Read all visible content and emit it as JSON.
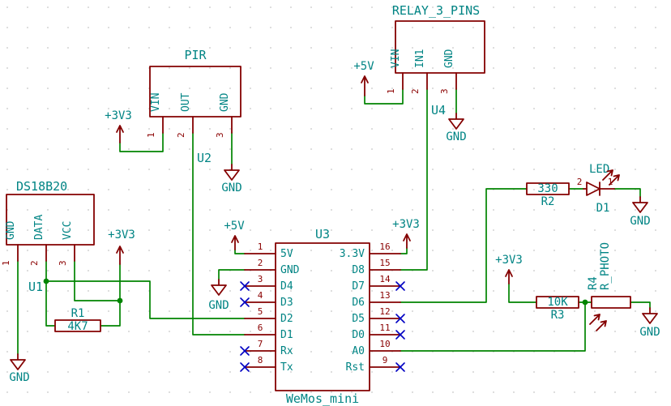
{
  "colors": {
    "background": "#ffffff",
    "grid_dot": "#d4d4d4",
    "symbol": "#840000",
    "wire": "#008400",
    "junction": "#008400",
    "text": "#008484",
    "pin_number": "#8a0000",
    "no_connect": "#0000c2"
  },
  "icons": {
    "power-up-arrow": "open up arrow",
    "ground": "open down triangle",
    "no-connect": "x cross",
    "junction": "filled dot"
  },
  "power": {
    "p3v3": "+3V3",
    "p5v": "+5V",
    "gnd": "GND"
  },
  "pir": {
    "title": "PIR",
    "ref": "U2",
    "pins": [
      {
        "num": "1",
        "name": "VIN"
      },
      {
        "num": "2",
        "name": "OUT"
      },
      {
        "num": "3",
        "name": "GND"
      }
    ]
  },
  "relay": {
    "title": "RELAY_3_PINS",
    "ref": "U4",
    "pins": [
      {
        "num": "1",
        "name": "VIN"
      },
      {
        "num": "2",
        "name": "IN1"
      },
      {
        "num": "3",
        "name": "GND"
      }
    ]
  },
  "ds18b20": {
    "title": "DS18B20",
    "ref": "U1",
    "pins": [
      {
        "num": "1",
        "name": "GND"
      },
      {
        "num": "2",
        "name": "DATA"
      },
      {
        "num": "3",
        "name": "VCC"
      }
    ]
  },
  "wemos": {
    "ref": "U3",
    "value": "WeMos_mini",
    "left_pins": [
      {
        "num": "1",
        "name": "5V"
      },
      {
        "num": "2",
        "name": "GND"
      },
      {
        "num": "3",
        "name": "D4"
      },
      {
        "num": "4",
        "name": "D3"
      },
      {
        "num": "5",
        "name": "D2"
      },
      {
        "num": "6",
        "name": "D1"
      },
      {
        "num": "7",
        "name": "Rx"
      },
      {
        "num": "8",
        "name": "Tx"
      }
    ],
    "right_pins": [
      {
        "num": "16",
        "name": "3.3V"
      },
      {
        "num": "15",
        "name": "D8"
      },
      {
        "num": "14",
        "name": "D7"
      },
      {
        "num": "13",
        "name": "D6"
      },
      {
        "num": "12",
        "name": "D5"
      },
      {
        "num": "11",
        "name": "D0"
      },
      {
        "num": "10",
        "name": "A0"
      },
      {
        "num": "9",
        "name": "Rst"
      }
    ]
  },
  "r1": {
    "ref": "R1",
    "value": "4K7"
  },
  "r2": {
    "ref": "R2",
    "value": "330"
  },
  "r3": {
    "ref": "R3",
    "value": "10K"
  },
  "r4": {
    "ref": "R4",
    "value": "R_PHOTO"
  },
  "led": {
    "ref": "D1",
    "value": "LED",
    "pin_left": "2",
    "pin_right": "1"
  }
}
